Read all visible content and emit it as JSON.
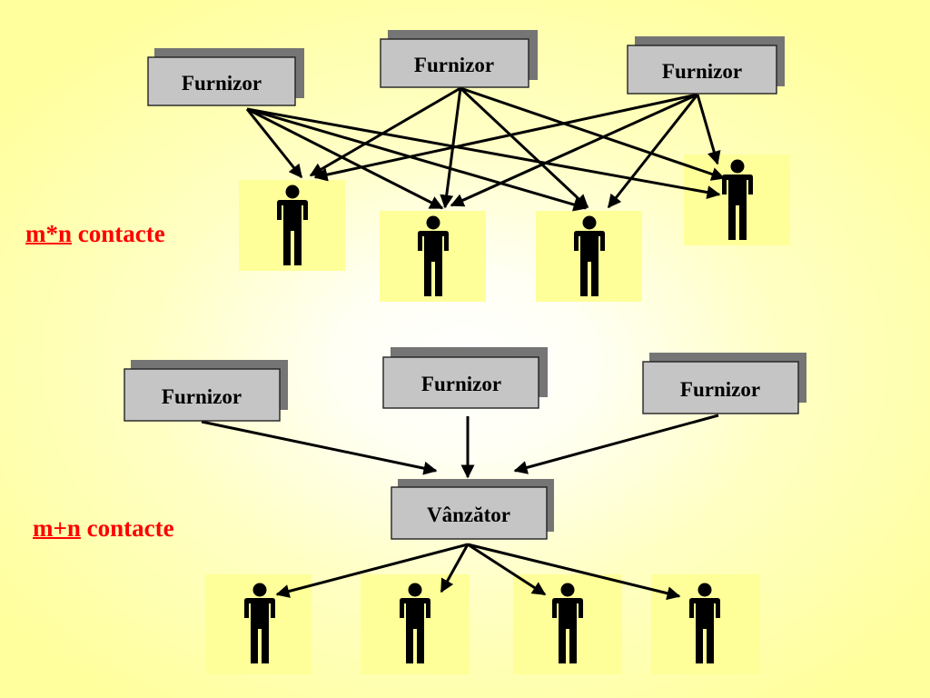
{
  "top_diagram": {
    "suppliers": [
      {
        "label": "Furnizor"
      },
      {
        "label": "Furnizor"
      },
      {
        "label": "Furnizor"
      }
    ],
    "customers": [
      {
        "name": "customer-1"
      },
      {
        "name": "customer-2"
      },
      {
        "name": "customer-3"
      },
      {
        "name": "customer-4"
      }
    ],
    "caption": {
      "formula": "m*n",
      "text": "contacte"
    }
  },
  "bottom_diagram": {
    "suppliers": [
      {
        "label": "Furnizor"
      },
      {
        "label": "Furnizor"
      },
      {
        "label": "Furnizor"
      }
    ],
    "seller": {
      "label": "Vânzător"
    },
    "customers": [
      {
        "name": "customer-1"
      },
      {
        "name": "customer-2"
      },
      {
        "name": "customer-3"
      },
      {
        "name": "customer-4"
      }
    ],
    "caption": {
      "formula": "m+n",
      "text": "contacte"
    }
  },
  "colors": {
    "box_fill": "#c5c5c5",
    "box_shadow": "#757575",
    "person_background": "#ffff99",
    "caption": "#ff0000",
    "connector": "#000000"
  },
  "icons": {
    "person": "person-icon",
    "arrowhead": "arrowhead-icon"
  }
}
